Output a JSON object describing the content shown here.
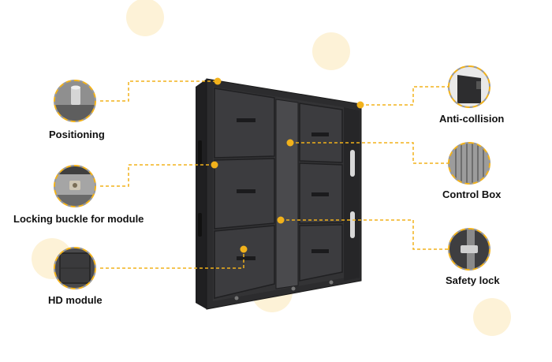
{
  "callouts": {
    "positioning": "Positioning",
    "locking_buckle": "Locking buckle for module",
    "hd_module": "HD module",
    "anti_collision": "Anti-collision",
    "control_box": "Control Box",
    "safety_lock": "Safety lock"
  },
  "colors": {
    "accent": "#f2b21b",
    "accent_soft": "#fbe9bd",
    "cabinet_dark": "#2b2b2d",
    "cabinet_frame": "#3a3a3c",
    "text": "#111111"
  },
  "icons": {
    "positioning": "positioning-pin-icon",
    "locking_buckle": "locking-buckle-icon",
    "hd_module": "hd-module-icon",
    "anti_collision": "anti-collision-corner-icon",
    "control_box": "control-box-icon",
    "safety_lock": "safety-lock-icon"
  }
}
